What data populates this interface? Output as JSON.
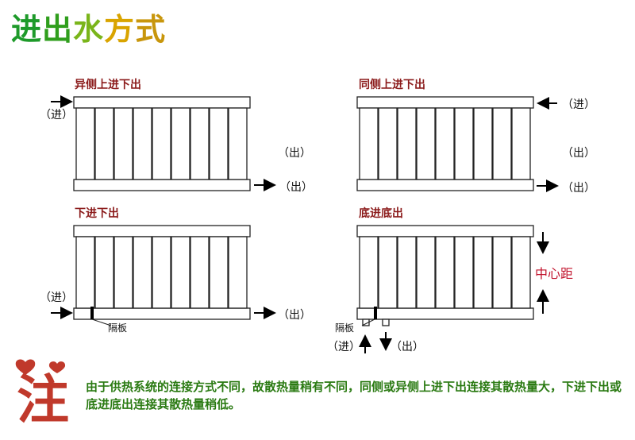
{
  "title": {
    "chars": [
      "进",
      "出",
      "水",
      "方",
      "式"
    ],
    "colors": [
      "#1e9a2a",
      "#2f9e1c",
      "#7ab51a",
      "#d9a400",
      "#c8960c"
    ]
  },
  "panels": {
    "p1": {
      "label": "异侧上进下出",
      "in": "（进）",
      "out_mid": "（出）",
      "out_bottom": "（出）"
    },
    "p2": {
      "label": "同侧上进下出",
      "in": "（进）",
      "out_mid": "（出）",
      "out_bottom": "（出）"
    },
    "p3": {
      "label": "下进下出",
      "in": "（进）",
      "out": "（出）",
      "divider": "隔板"
    },
    "p4": {
      "label": "底进底出",
      "center_distance": "中心距",
      "divider": "隔板",
      "in": "（进）",
      "out": "（出）"
    }
  },
  "note": {
    "mark": "注",
    "text": "由于供热系统的连接方式不同，故散热量稍有不同，同侧或异侧上进下出连接其散热量大，下进下出或底进底出连接其散热量稍低。",
    "mark_color": "#c0392b",
    "text_color": "#2a7a12"
  }
}
